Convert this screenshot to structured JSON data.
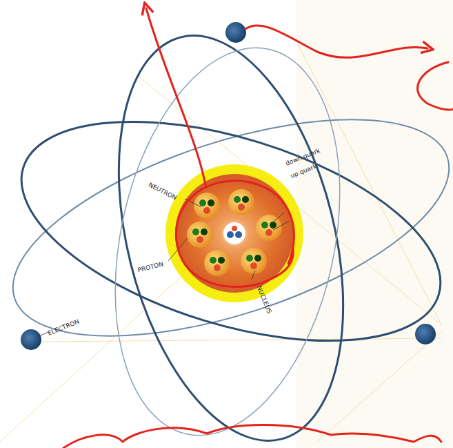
{
  "diagram": {
    "labels": [
      "NEUTRON",
      "down quark",
      "up quark",
      "PROTON",
      "NUCLEUS",
      "ELECTRON"
    ]
  }
}
